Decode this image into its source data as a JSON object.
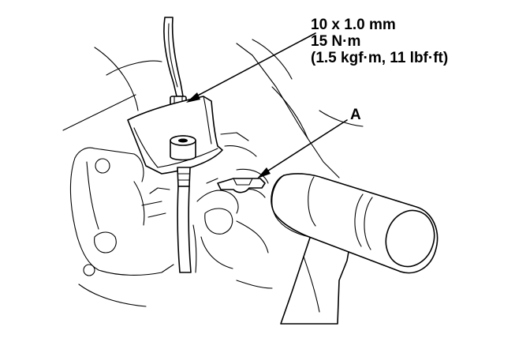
{
  "callouts": {
    "torque_line1": "10 x 1.0 mm",
    "torque_line2": "15 N·m",
    "torque_line3": "(1.5 kgf·m, 11 lbf·ft)",
    "part_a": "A"
  },
  "colors": {
    "ink": "#000000",
    "paper": "#ffffff"
  }
}
